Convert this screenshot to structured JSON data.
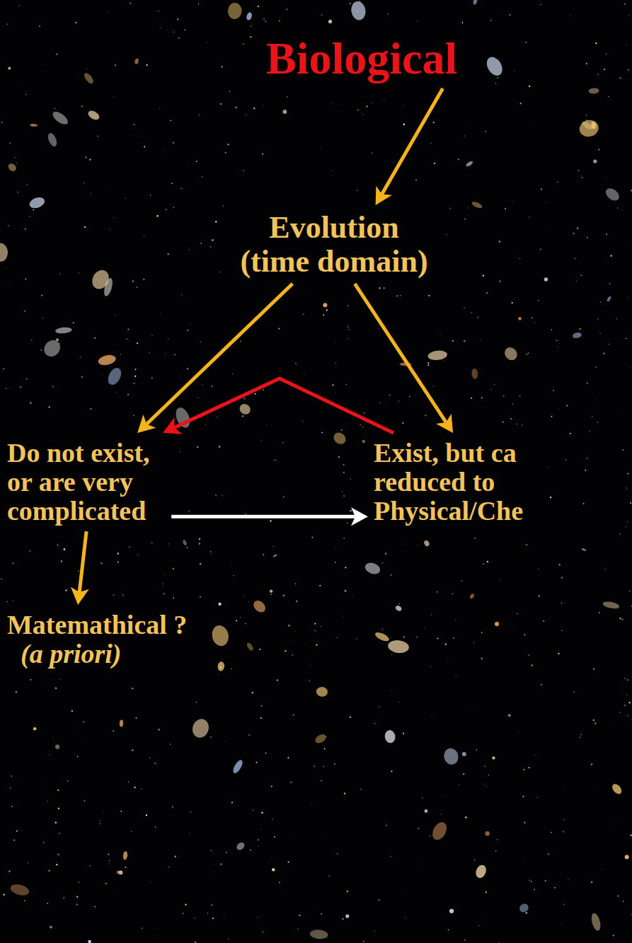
{
  "diagram": {
    "nodes": [
      {
        "text": [
          "Biological"
        ]
      },
      {
        "text": [
          "Evolution (time domain)"
        ]
      },
      {
        "text": [
          "Do not exist, or are very complicated"
        ]
      },
      {
        "text": [
          "Exist, but ca reduced to Physical/Che"
        ]
      },
      {
        "text": [
          "Matemathical ?",
          "(a priori)"
        ]
      }
    ],
    "edges": [
      {
        "from": 0,
        "to": 1,
        "arrow": "to"
      },
      {
        "from": 1,
        "to": 2,
        "arrow": "to"
      },
      {
        "from": 1,
        "to": 3,
        "arrow": "to"
      },
      {
        "from": 3,
        "to": 2,
        "arrow": "to"
      },
      {
        "from": 2,
        "to": 4,
        "arrow": "to"
      },
      {
        "from": 2,
        "to": 3,
        "arrow": "to"
      }
    ]
  }
}
